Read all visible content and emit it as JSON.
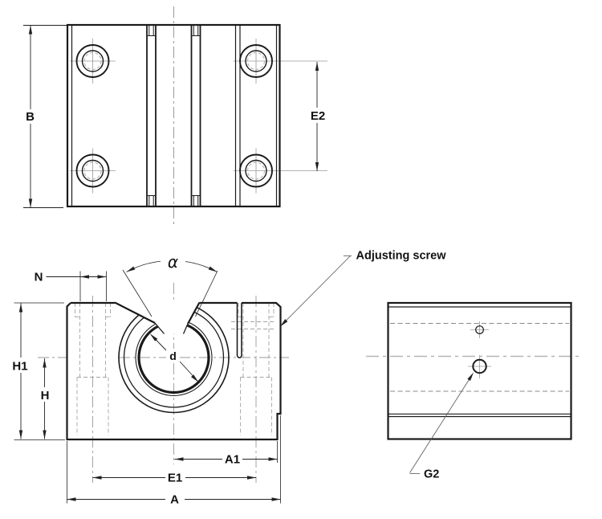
{
  "drawing": {
    "kind": "technical-drawing-3-views",
    "dimensions": {
      "b": "B",
      "e2": "E2",
      "n": "N",
      "alpha": "α",
      "d": "d",
      "h1": "H1",
      "h": "H",
      "a1": "A1",
      "e1": "E1",
      "a": "A",
      "g2": "G2"
    },
    "annotations": {
      "adjusting_screw": "Adjusting screw"
    },
    "colors": {
      "line": "#1a1a1a",
      "dimension": "#222222",
      "hidden_line": "#a3a3a3",
      "centerline": "#9a9a9a",
      "side_centerline": "#b5b5b5",
      "background": "#ffffff"
    }
  }
}
